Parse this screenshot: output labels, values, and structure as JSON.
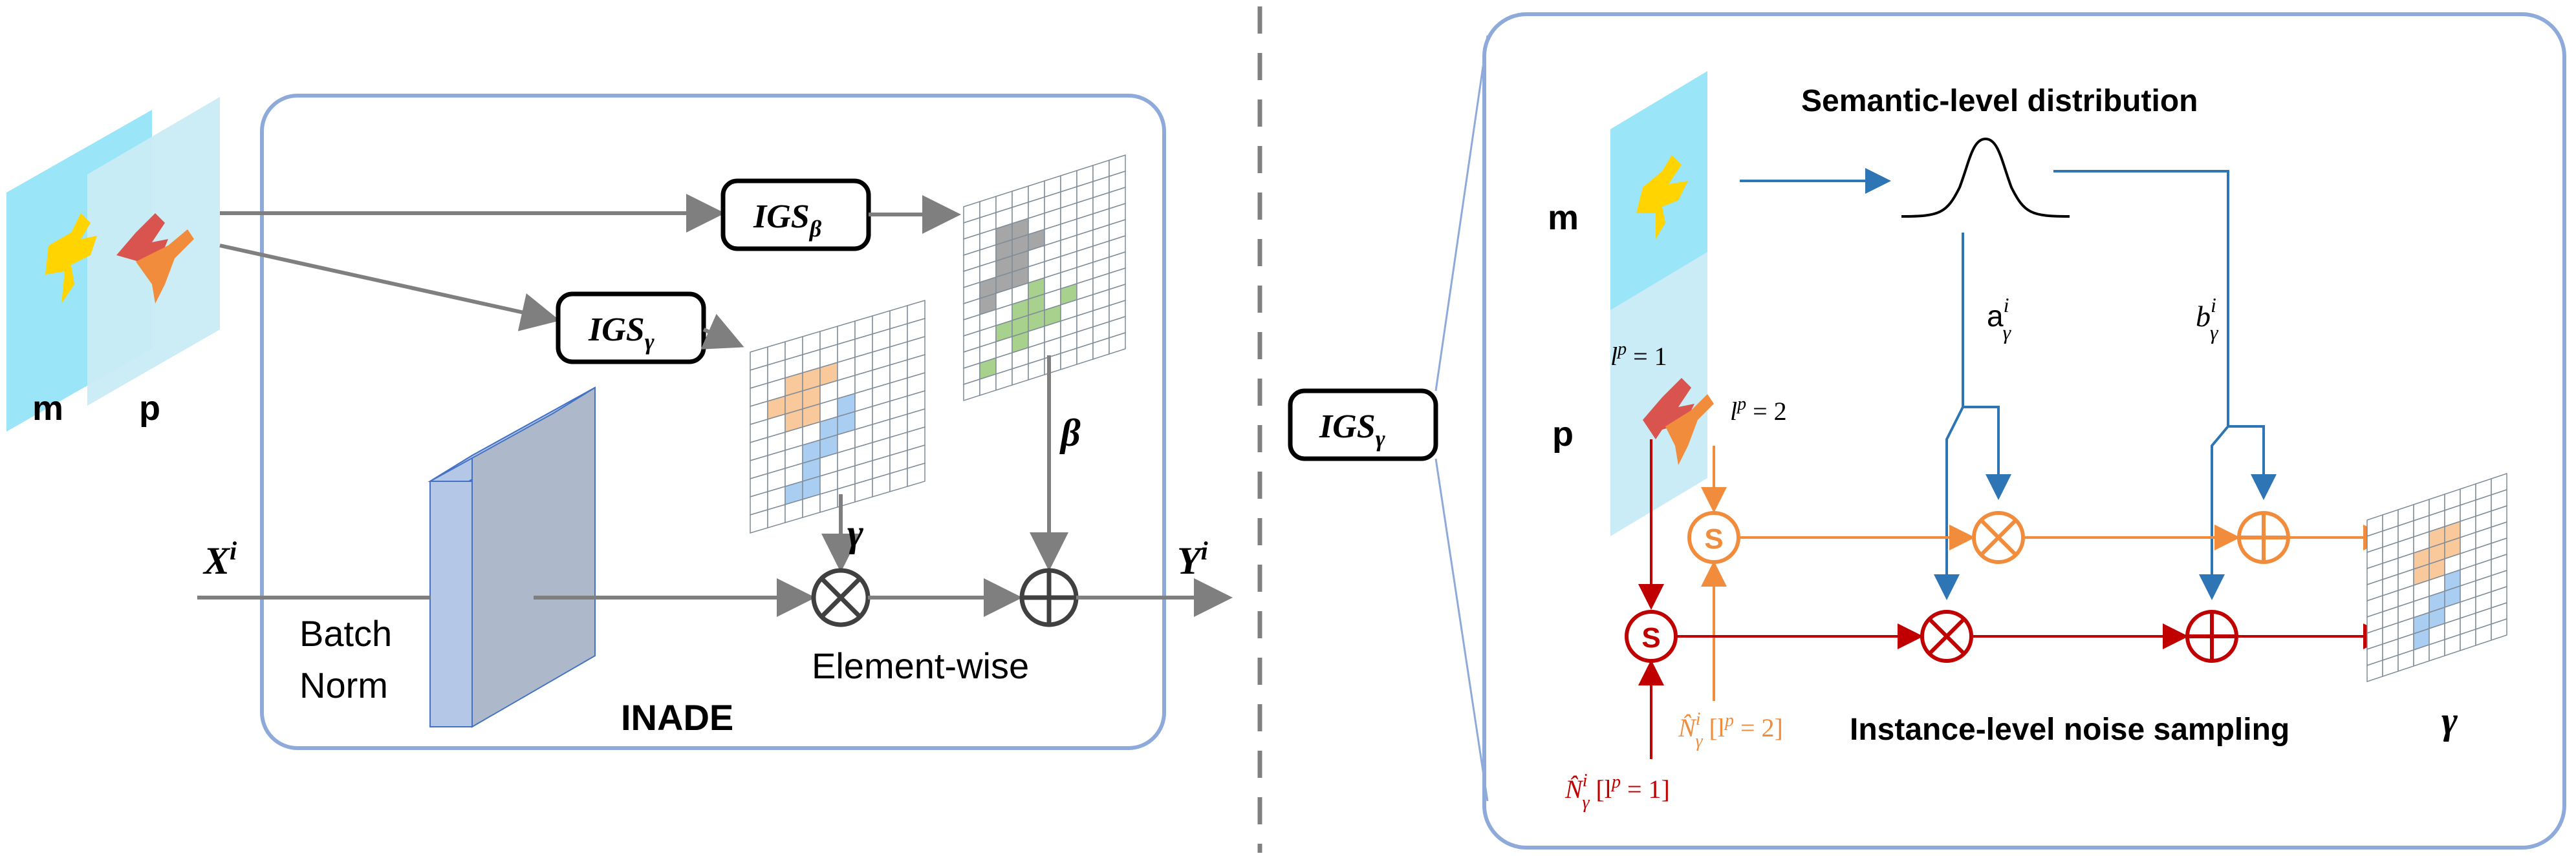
{
  "left": {
    "input_m": "m",
    "input_p": "p",
    "igs_beta": {
      "base": "IGS",
      "sub": "β"
    },
    "igs_gamma": {
      "base": "IGS",
      "sub": "γ"
    },
    "x_in": {
      "base": "X",
      "sup": "i"
    },
    "y_out": {
      "base": "Y",
      "sup": "i"
    },
    "batch": "Batch",
    "norm": "Norm",
    "gamma": "γ",
    "beta": "β",
    "elementwise": "Element-wise",
    "inade": "INADE"
  },
  "right": {
    "igs_gamma": {
      "base": "IGS",
      "sub": "γ"
    },
    "input_m": "m",
    "input_p": "p",
    "semantic_title": "Semantic-level distribution",
    "a_label": {
      "base": "a",
      "sup": "i",
      "sub": "γ"
    },
    "b_label": {
      "base": "b",
      "sup": "i",
      "sub": "γ"
    },
    "lp1": {
      "base": "l",
      "sup": "p",
      "rest": " = 1"
    },
    "lp2": {
      "base": "l",
      "sup": "p",
      "rest": " = 2"
    },
    "noise_orange": {
      "base": "N̂",
      "sup": "i",
      "sub": "γ",
      "rest": " [l",
      "rest_sup": "p",
      "rest_end": " = 2]"
    },
    "noise_red": {
      "base": "N̂",
      "sup": "i",
      "sub": "γ",
      "rest": " [l",
      "rest_sup": "p",
      "rest_end": " = 1]"
    },
    "instance_title": "Instance-level noise sampling",
    "s_label": "S",
    "gamma_out": "γ"
  },
  "colors": {
    "panel_border": "#8eaadb",
    "gray_arrow": "#7f7f7f",
    "blue_arrow": "#2e75b6",
    "orange": "#f08c3c",
    "dark_red": "#c00000",
    "cyan_sheet": "#9ae5f7",
    "light_sheet": "#c9ecf6",
    "grid_orange": "#f9c89b",
    "grid_blue": "#aacdf2",
    "grid_gray": "#a6a6a6",
    "grid_green": "#a9d18e",
    "yellow_shape": "#ffd400"
  }
}
